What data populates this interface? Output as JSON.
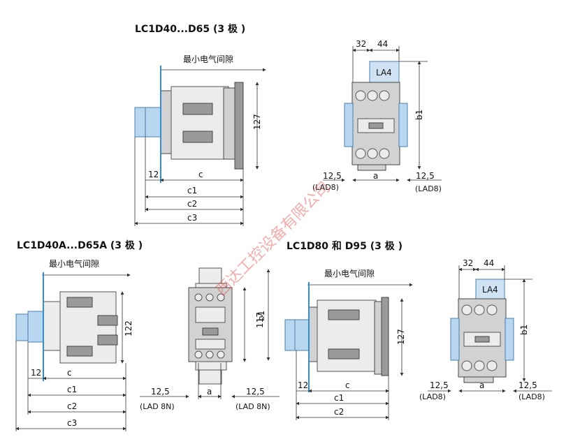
{
  "titles": {
    "t1": "LC1D40...D65 (3 极 )",
    "t2": "LC1D40A...D65A (3 极 )",
    "t3": "LC1D80 和 D95 (3 极 )"
  },
  "clearance_label": "最小电气间隙",
  "dims": {
    "d32": "32",
    "d44": "44",
    "la4": "LA4",
    "b1": "b1",
    "d127": "127",
    "d122": "122",
    "d117": "117",
    "d12": "12",
    "c": "c",
    "c1": "c1",
    "c2": "c2",
    "c3": "c3",
    "a": "a",
    "d12_5": "12,5",
    "lad8": "(LAD8)",
    "lad8n": "(LAD 8N)"
  },
  "watermark": "西达工控设备有限公司",
  "colors": {
    "accent": "#2f8fd8",
    "module": "#b8d6ef",
    "watermark": "#e24a4a"
  }
}
